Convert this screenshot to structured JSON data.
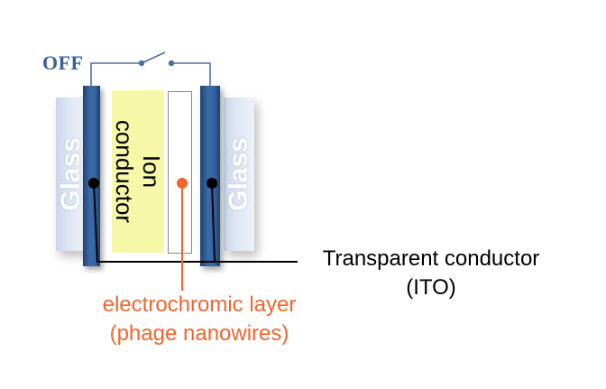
{
  "switch": {
    "state_label": "OFF"
  },
  "layers": {
    "glass_left": "Glass",
    "glass_right": "Glass",
    "ion_conductor_line1": "Ion",
    "ion_conductor_line2": "conductor"
  },
  "callouts": {
    "transparent_conductor_line1": "Transparent conductor",
    "transparent_conductor_line2": "(ITO)",
    "electrochromic_line1": "electrochromic layer",
    "electrochromic_line2": "(phage nanowires)"
  },
  "colors": {
    "electrode": "#3565a3",
    "ion_conductor": "#f7f7a8",
    "glass": "#dde6f4",
    "callout_orange": "#f2652e",
    "off_label": "#3d5f93",
    "wire": "#4a6fa5"
  }
}
